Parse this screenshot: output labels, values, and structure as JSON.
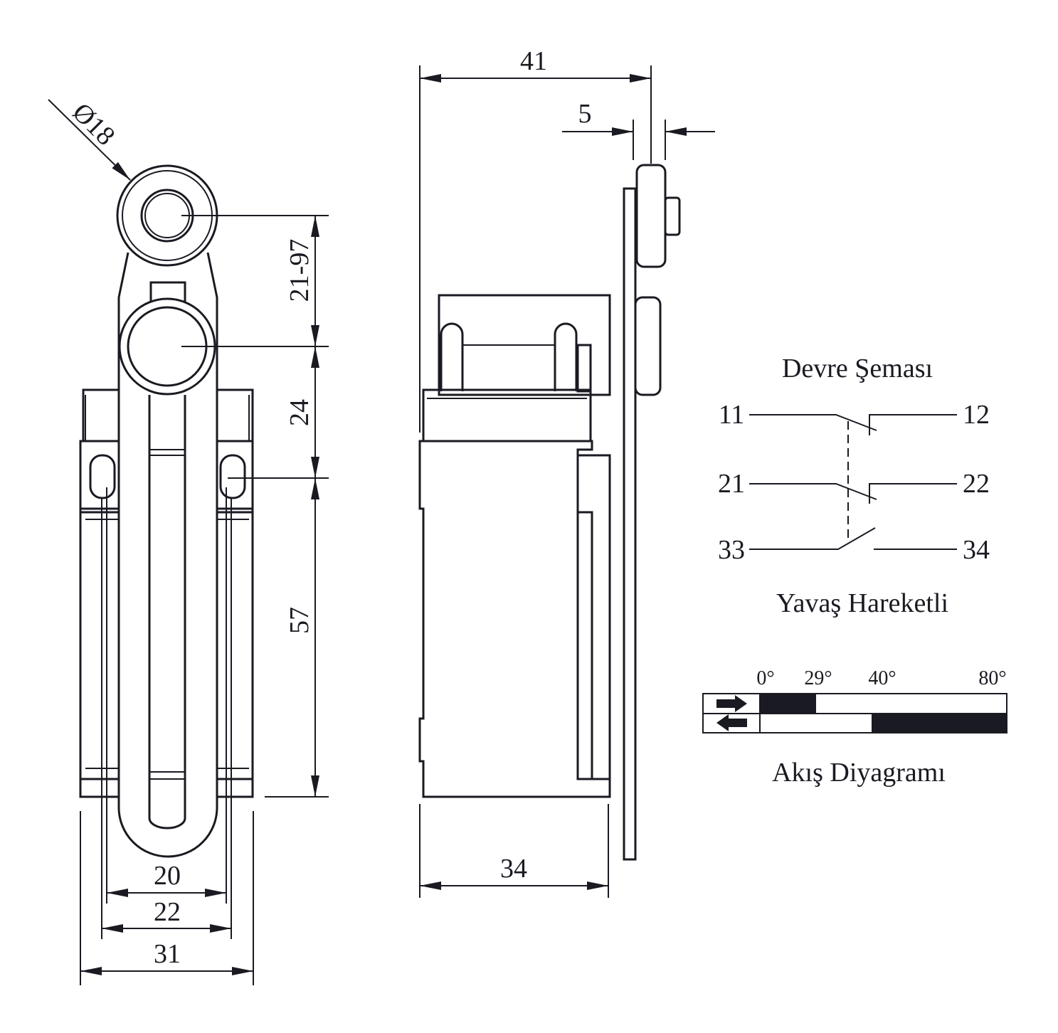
{
  "front_view": {
    "diameter_label": "Ø18",
    "dims": {
      "lever_range": "21-97",
      "pivot_to_slot": "24",
      "slot_to_base": "57",
      "inner_slot": "20",
      "slot_spacing": "22",
      "width": "31"
    }
  },
  "side_view": {
    "dims": {
      "overall_depth": "41",
      "roller_width": "5",
      "body_depth": "34"
    }
  },
  "circuit": {
    "title": "Devre Şeması",
    "terminals": [
      "11",
      "12",
      "21",
      "22",
      "33",
      "34"
    ],
    "type_label": "Yavaş Hareketli"
  },
  "flow_diagram": {
    "title": "Akış Diyagramı",
    "angles": [
      "0°",
      "29°",
      "40°",
      "80°"
    ],
    "rows": [
      {
        "direction": "forward",
        "icon": "arrow-right-icon",
        "on_from": 0,
        "on_to": 29
      },
      {
        "direction": "return",
        "icon": "arrow-left-icon",
        "on_from": 40,
        "on_to": 80
      }
    ],
    "color_on": "#1a1a22"
  }
}
